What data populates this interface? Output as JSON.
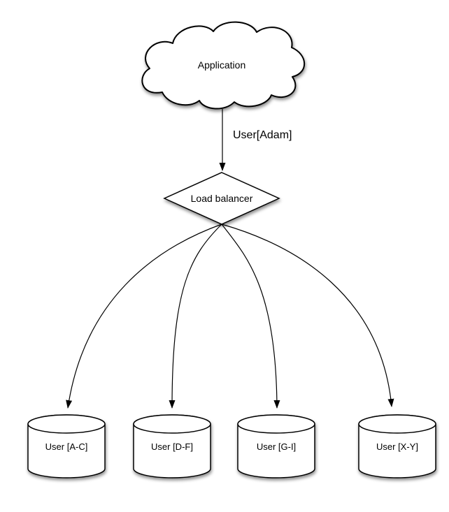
{
  "nodes": {
    "application": {
      "label": "Application",
      "type": "cloud"
    },
    "load_balancer": {
      "label": "Load balancer",
      "type": "diamond"
    },
    "shards": [
      {
        "label": "User [A-C]",
        "type": "cylinder"
      },
      {
        "label": "User [D-F]",
        "type": "cylinder"
      },
      {
        "label": "User [G-I]",
        "type": "cylinder"
      },
      {
        "label": "User [X-Y]",
        "type": "cylinder"
      }
    ]
  },
  "edges": {
    "app_to_lb": {
      "label": "User[Adam]"
    }
  },
  "colors": {
    "stroke": "#000000",
    "fill": "#ffffff",
    "background": "#ffffff",
    "shadow": "#000000"
  }
}
